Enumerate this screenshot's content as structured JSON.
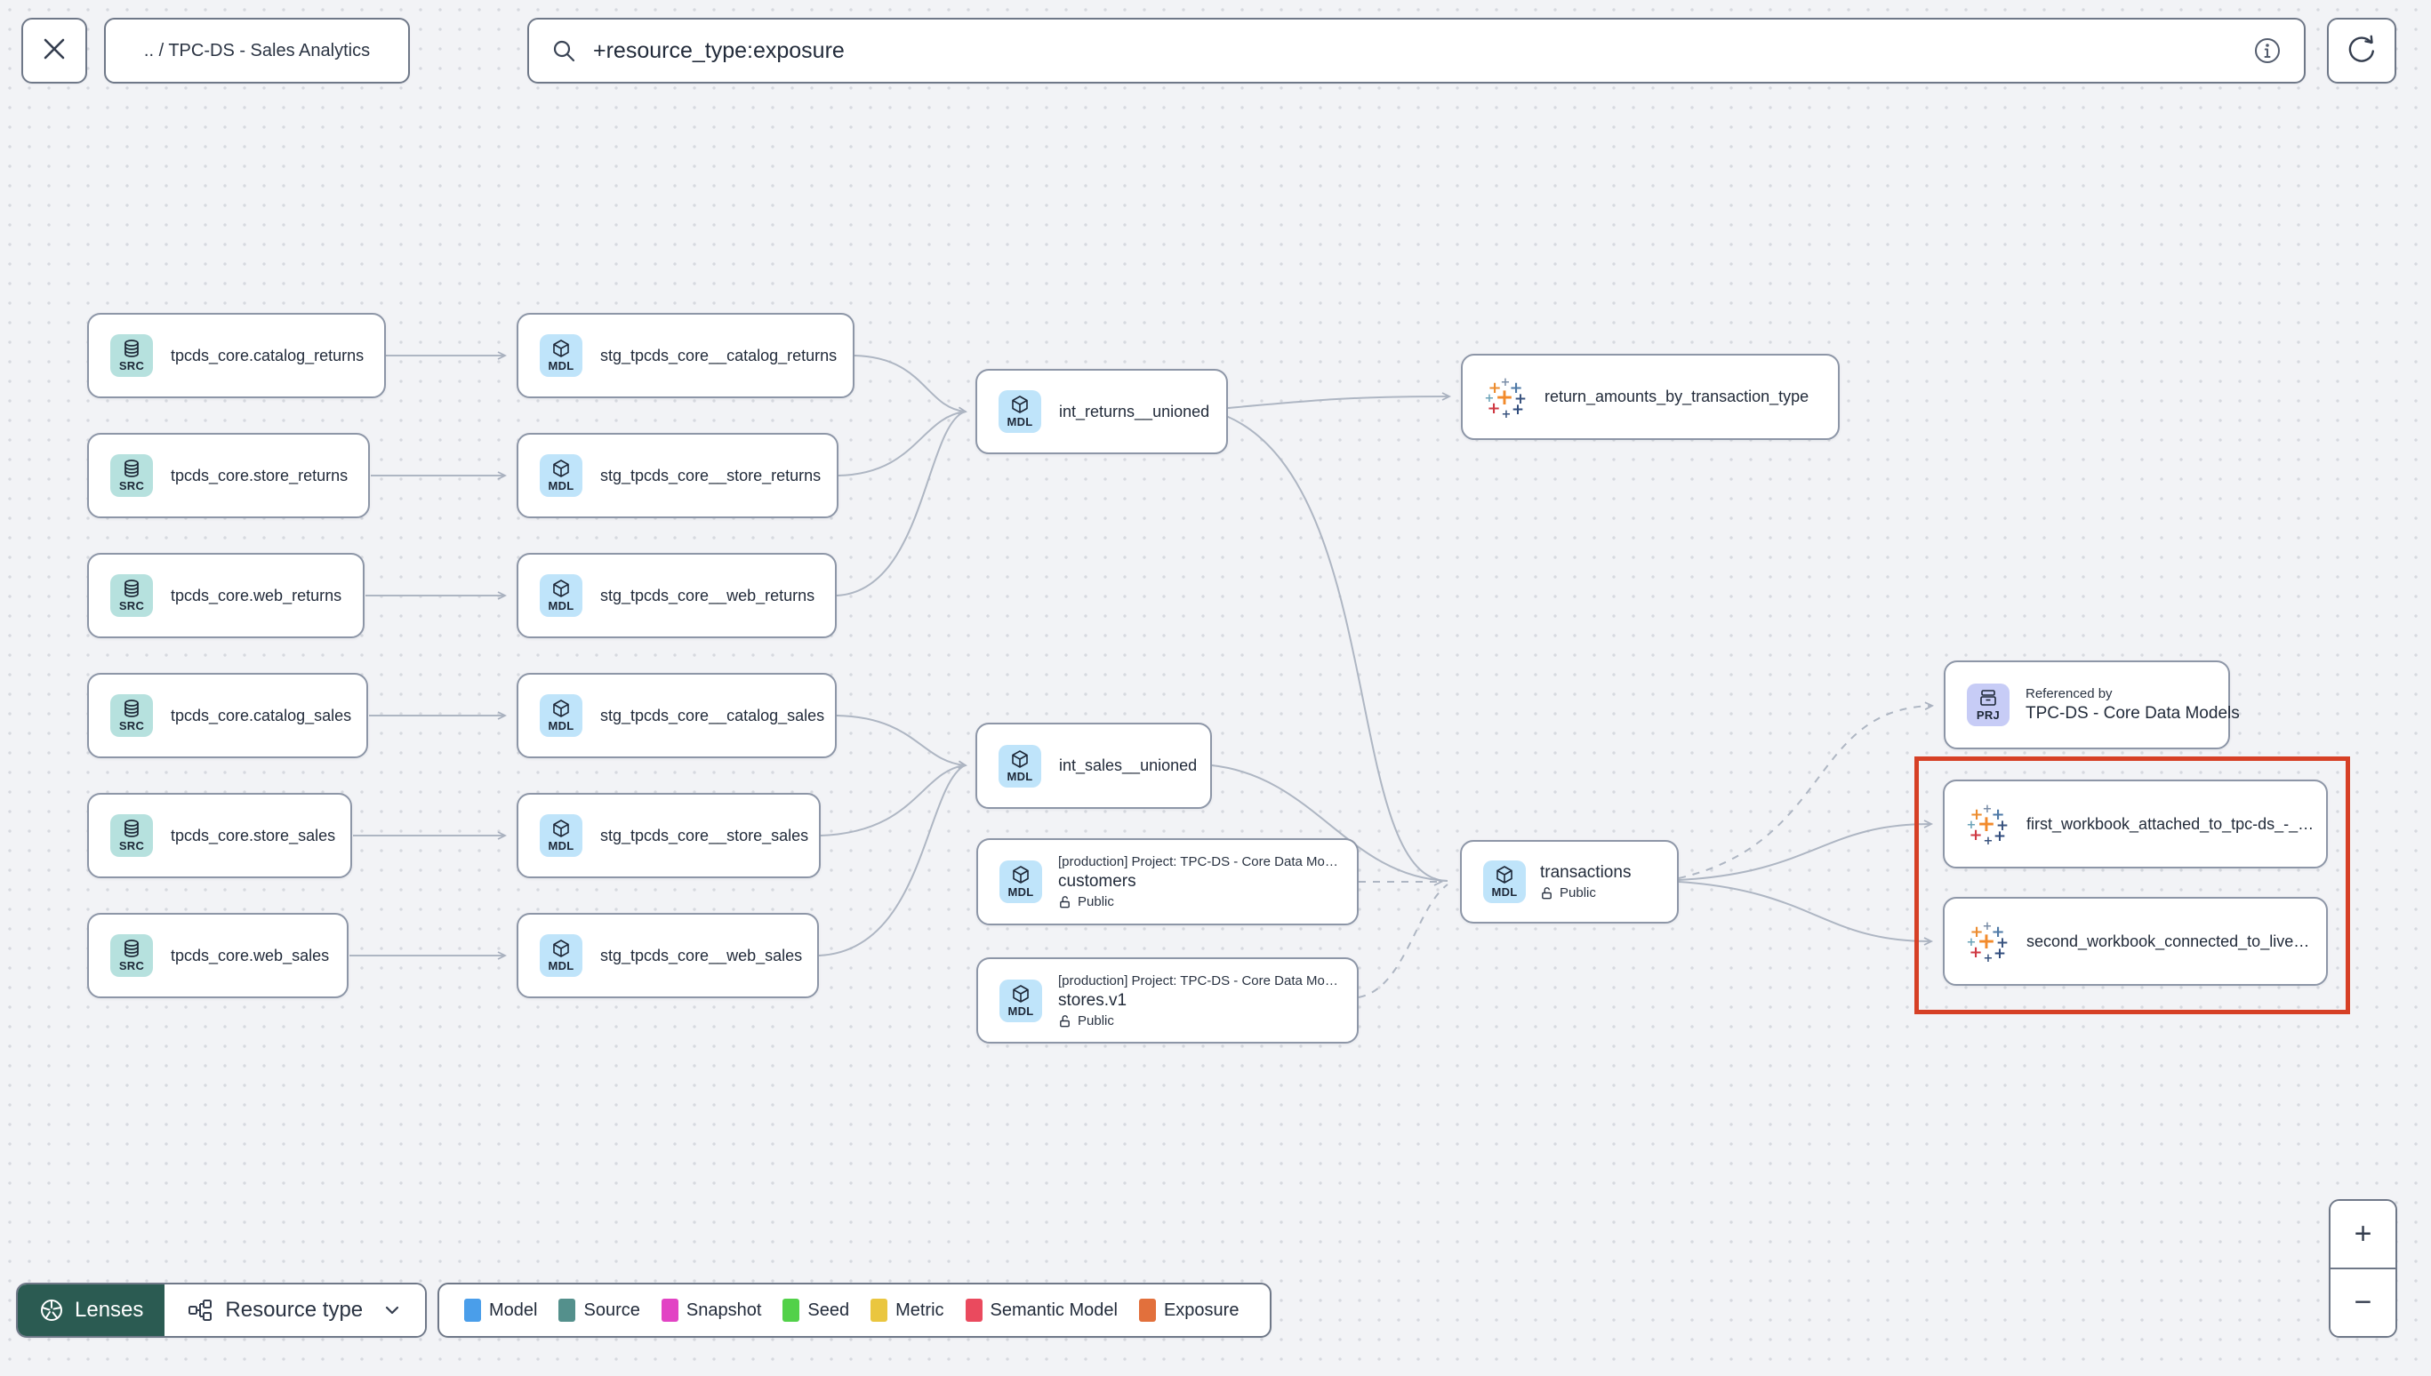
{
  "topbar": {
    "breadcrumb": ".. / TPC-DS - Sales Analytics",
    "search_value": "+resource_type:exposure"
  },
  "nodes": {
    "sources": [
      {
        "badge": "SRC",
        "label": "tpcds_core.catalog_returns"
      },
      {
        "badge": "SRC",
        "label": "tpcds_core.store_returns"
      },
      {
        "badge": "SRC",
        "label": "tpcds_core.web_returns"
      },
      {
        "badge": "SRC",
        "label": "tpcds_core.catalog_sales"
      },
      {
        "badge": "SRC",
        "label": "tpcds_core.store_sales"
      },
      {
        "badge": "SRC",
        "label": "tpcds_core.web_sales"
      }
    ],
    "staging": [
      {
        "badge": "MDL",
        "label": "stg_tpcds_core__catalog_returns"
      },
      {
        "badge": "MDL",
        "label": "stg_tpcds_core__store_returns"
      },
      {
        "badge": "MDL",
        "label": "stg_tpcds_core__web_returns"
      },
      {
        "badge": "MDL",
        "label": "stg_tpcds_core__catalog_sales"
      },
      {
        "badge": "MDL",
        "label": "stg_tpcds_core__store_sales"
      },
      {
        "badge": "MDL",
        "label": "stg_tpcds_core__web_sales"
      }
    ],
    "intermediate": [
      {
        "badge": "MDL",
        "label": "int_returns__unioned"
      },
      {
        "badge": "MDL",
        "label": "int_sales__unioned"
      }
    ],
    "public_models": [
      {
        "badge": "MDL",
        "project": "[production] Project: TPC-DS - Core Data Mo…",
        "label": "customers",
        "visibility": "Public"
      },
      {
        "badge": "MDL",
        "project": "[production] Project: TPC-DS - Core Data Mo…",
        "label": "stores.v1",
        "visibility": "Public"
      }
    ],
    "transactions": {
      "badge": "MDL",
      "label": "transactions",
      "visibility": "Public"
    },
    "exposures": [
      {
        "label": "return_amounts_by_transaction_type"
      },
      {
        "label": "first_workbook_attached_to_tpc-ds_-_…"
      },
      {
        "label": "second_workbook_connected_to_live…"
      }
    ],
    "referenced_by": {
      "badge": "PRJ",
      "title": "Referenced by",
      "label": "TPC-DS - Core Data Models"
    }
  },
  "footer": {
    "lenses_label": "Lenses",
    "resource_type_label": "Resource type",
    "legend": [
      {
        "label": "Model",
        "color": "#4a9eea"
      },
      {
        "label": "Source",
        "color": "#54908c"
      },
      {
        "label": "Snapshot",
        "color": "#e243c4"
      },
      {
        "label": "Seed",
        "color": "#52d149"
      },
      {
        "label": "Metric",
        "color": "#eac63f"
      },
      {
        "label": "Semantic Model",
        "color": "#ea4a5e"
      },
      {
        "label": "Exposure",
        "color": "#e2703c"
      }
    ]
  },
  "zoom_controls": {
    "zoom_in": "+",
    "zoom_out": "−"
  },
  "colors": {
    "highlight": "#d64026"
  }
}
